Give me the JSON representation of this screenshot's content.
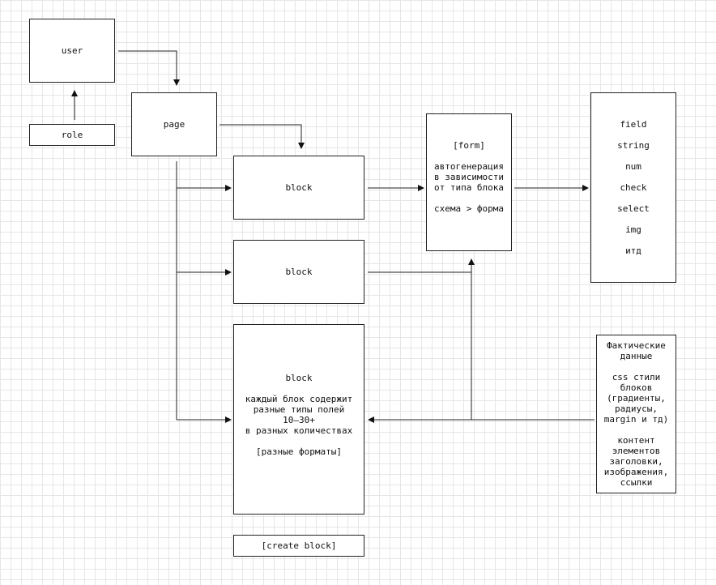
{
  "nodes": {
    "user": "user",
    "role": "role",
    "page": "page",
    "block1": "block",
    "block2": "block",
    "block3_title": "block",
    "block3_desc": "каждый блок содержит\nразные типы полей\n10–30+\nв разных количествах",
    "block3_formats": "[разные форматы]",
    "create_block": "[create block]",
    "form_title": "[form]",
    "form_desc": "автогенерация\nв зависимости\nот типа блока",
    "form_schema": "схема > форма",
    "fields": [
      "field",
      "string",
      "num",
      "check",
      "select",
      "img",
      "итд"
    ],
    "actual_title": "Фактические\nданные",
    "actual_css": "css стили\nблоков\n(градиенты,\nрадиусы,\nmargin и тд)",
    "actual_content": "контент\nэлементов\nзаголовки,\nизображения,\nссылки"
  }
}
